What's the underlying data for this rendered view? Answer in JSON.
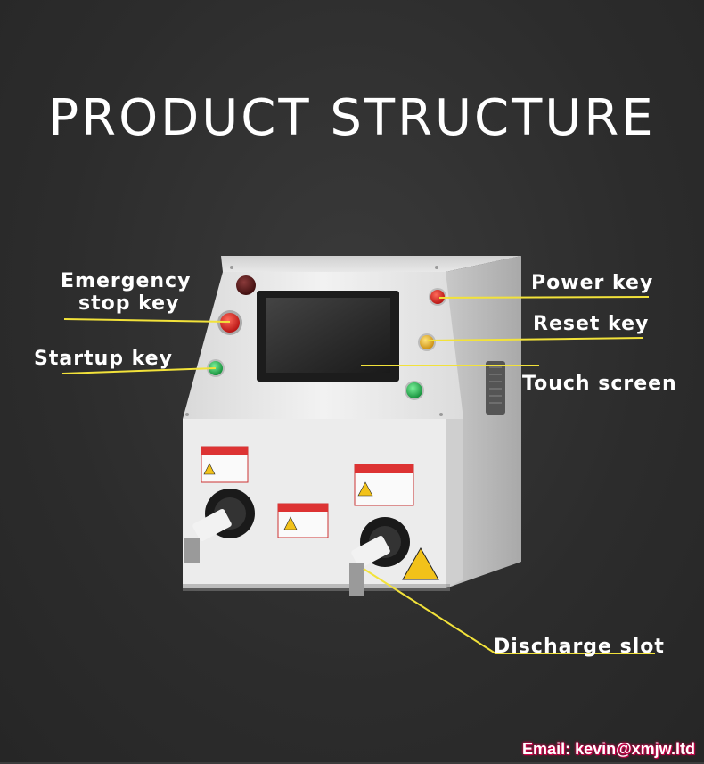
{
  "title": "PRODUCT STRUCTURE",
  "labels": {
    "emergency_line1": "Emergency",
    "emergency_line2": "stop key",
    "startup": "Startup key",
    "power": "Power key",
    "reset": "Reset key",
    "touch": "Touch screen",
    "discharge": "Discharge slot"
  },
  "email": "Email: kevin@xmjw.ltd",
  "colors": {
    "background": "#2e2e2e",
    "callout_line": "#f2e23a",
    "machine_body": "#e6e6e6",
    "emergency_button": "#d81e1e",
    "start_button": "#1fa84a",
    "reset_button": "#e8b21a"
  }
}
